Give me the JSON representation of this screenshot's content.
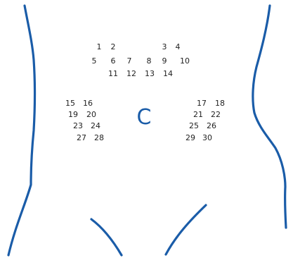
{
  "center_marker": {
    "label": "C"
  },
  "colors": {
    "outline": "#1a5ca8",
    "number_text": "#222222"
  },
  "points": [
    "1",
    "2",
    "3",
    "4",
    "5",
    "6",
    "7",
    "8",
    "9",
    "10",
    "11",
    "12",
    "13",
    "14",
    "15",
    "16",
    "17",
    "18",
    "19",
    "20",
    "21",
    "22",
    "23",
    "24",
    "25",
    "26",
    "27",
    "28",
    "29",
    "30"
  ]
}
